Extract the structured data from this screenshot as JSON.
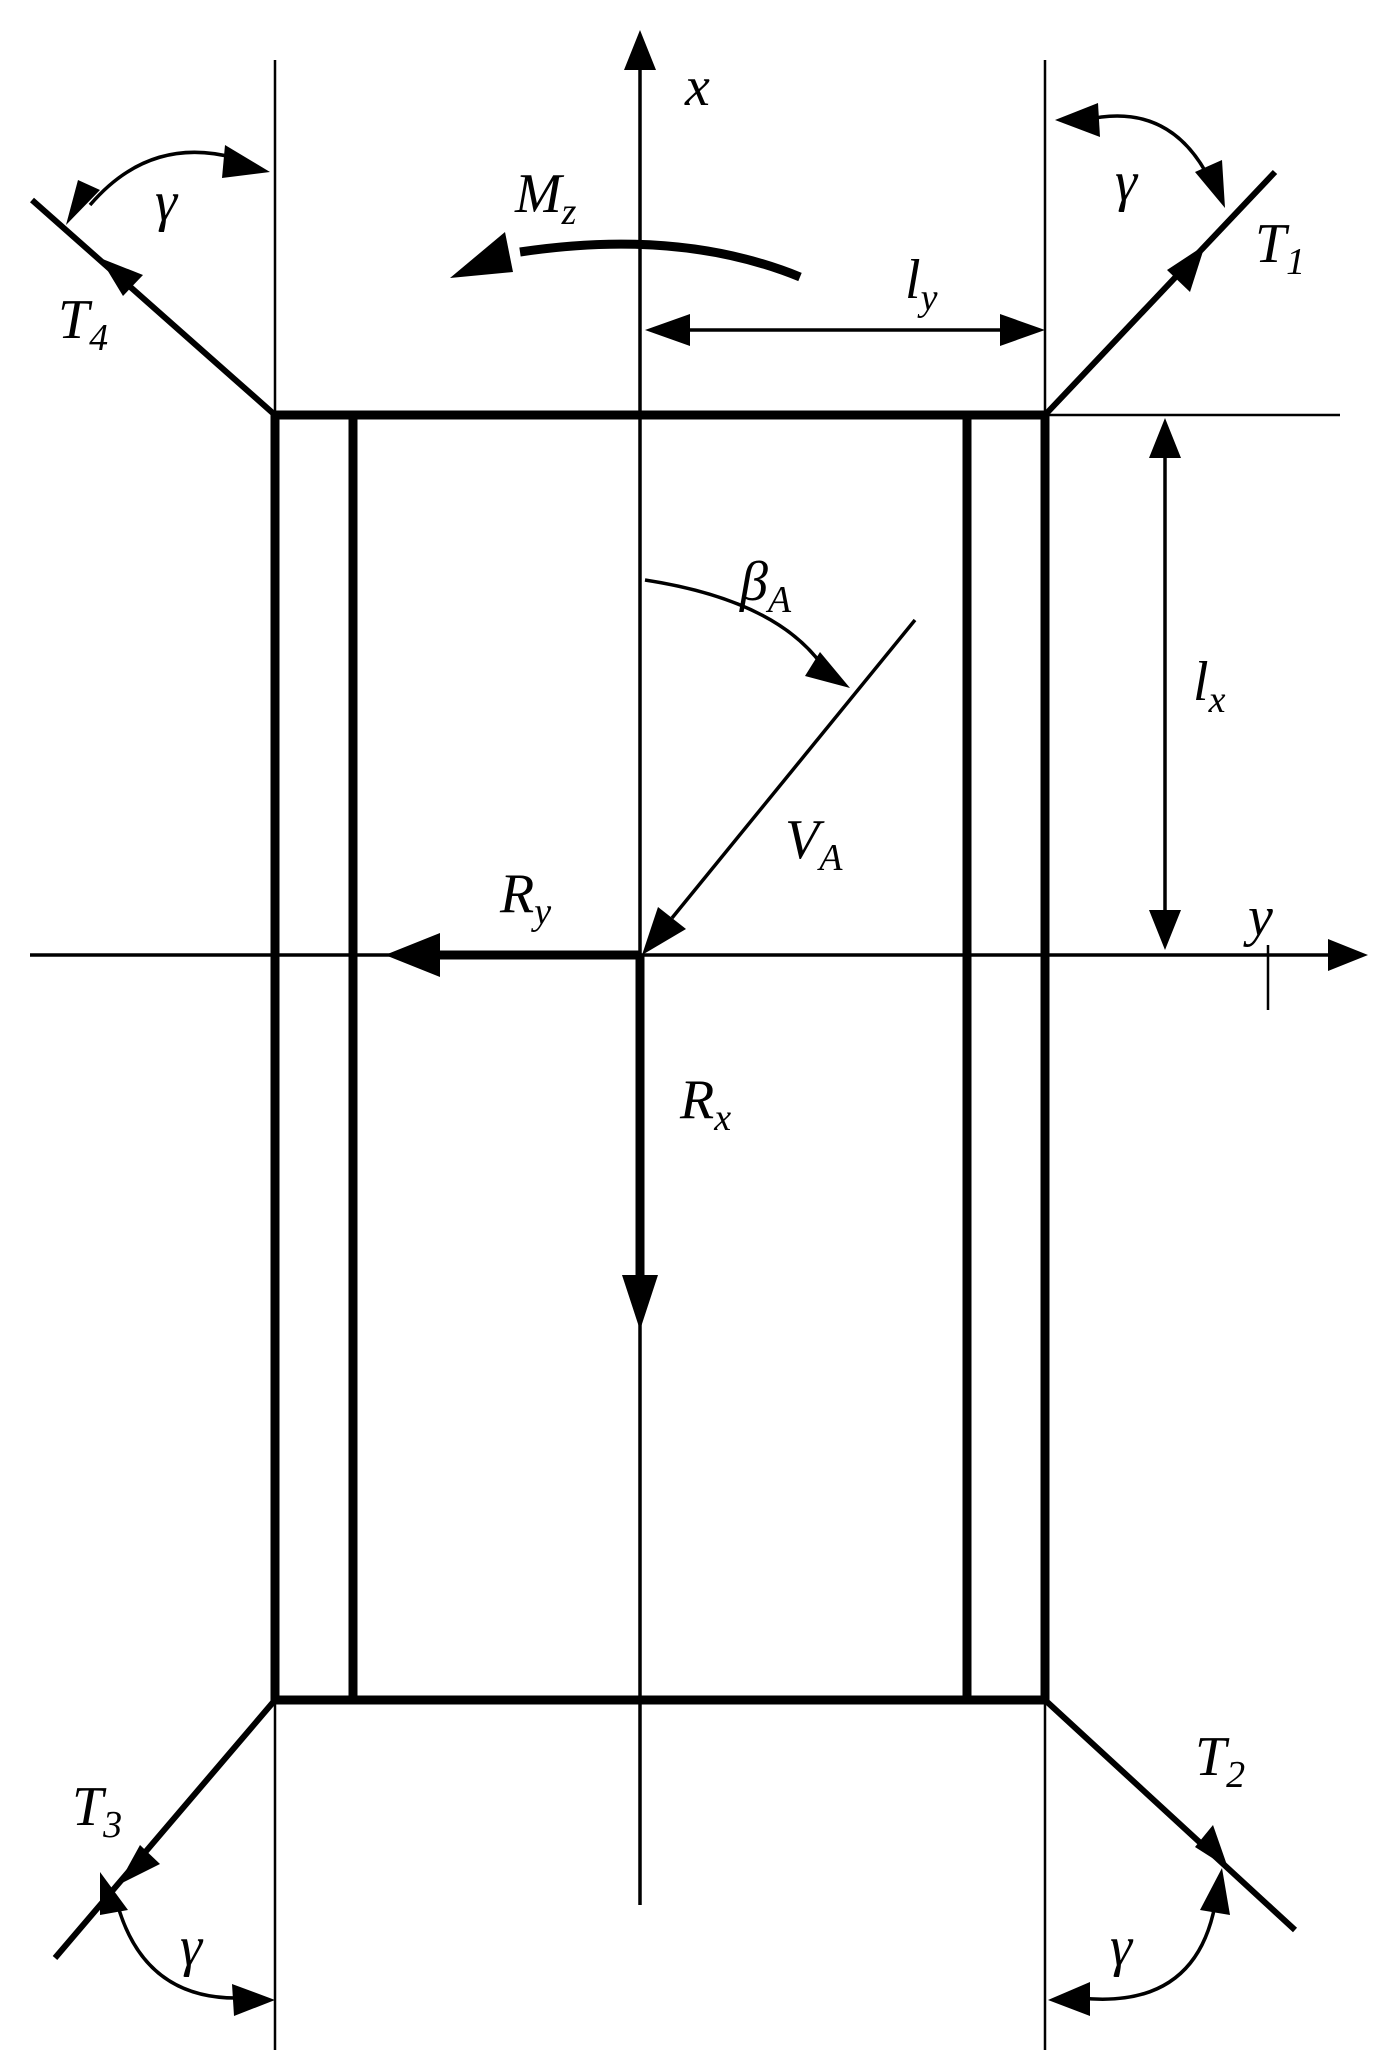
{
  "labels": {
    "x_axis": {
      "main": "x",
      "sub": ""
    },
    "y_axis": {
      "main": "y",
      "sub": ""
    },
    "moment": {
      "main": "M",
      "sub": "z"
    },
    "ly": {
      "main": "l",
      "sub": "y"
    },
    "lx": {
      "main": "l",
      "sub": "x"
    },
    "beta": {
      "main": "β",
      "sub": "A"
    },
    "velocity": {
      "main": "V",
      "sub": "A"
    },
    "ry": {
      "main": "R",
      "sub": "y"
    },
    "rx": {
      "main": "R",
      "sub": "x"
    },
    "t1": {
      "main": "T",
      "sub": "1"
    },
    "t2": {
      "main": "T",
      "sub": "2"
    },
    "t3": {
      "main": "T",
      "sub": "3"
    },
    "t4": {
      "main": "T",
      "sub": "4"
    },
    "gamma": "γ"
  },
  "colors": {
    "ink": "#000000",
    "background": "#ffffff"
  }
}
